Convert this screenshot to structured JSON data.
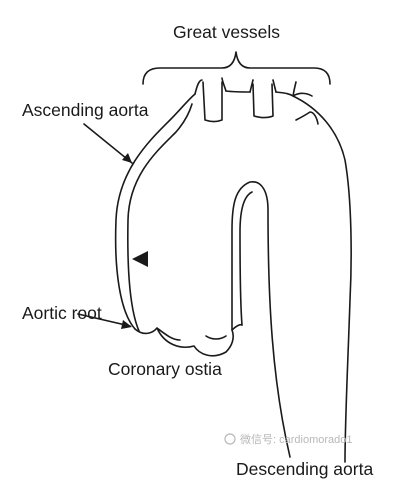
{
  "labels": {
    "great_vessels": "Great vessels",
    "ascending_aorta": "Ascending aorta",
    "aortic_root": "Aortic root",
    "coronary_ostia": "Coronary ostia",
    "descending_aorta": "Descending aorta"
  },
  "watermark": "微信号: cardiomorado1",
  "colors": {
    "line": "#1a1a1a",
    "background": "#ffffff",
    "watermark": "#b8b8b8"
  }
}
